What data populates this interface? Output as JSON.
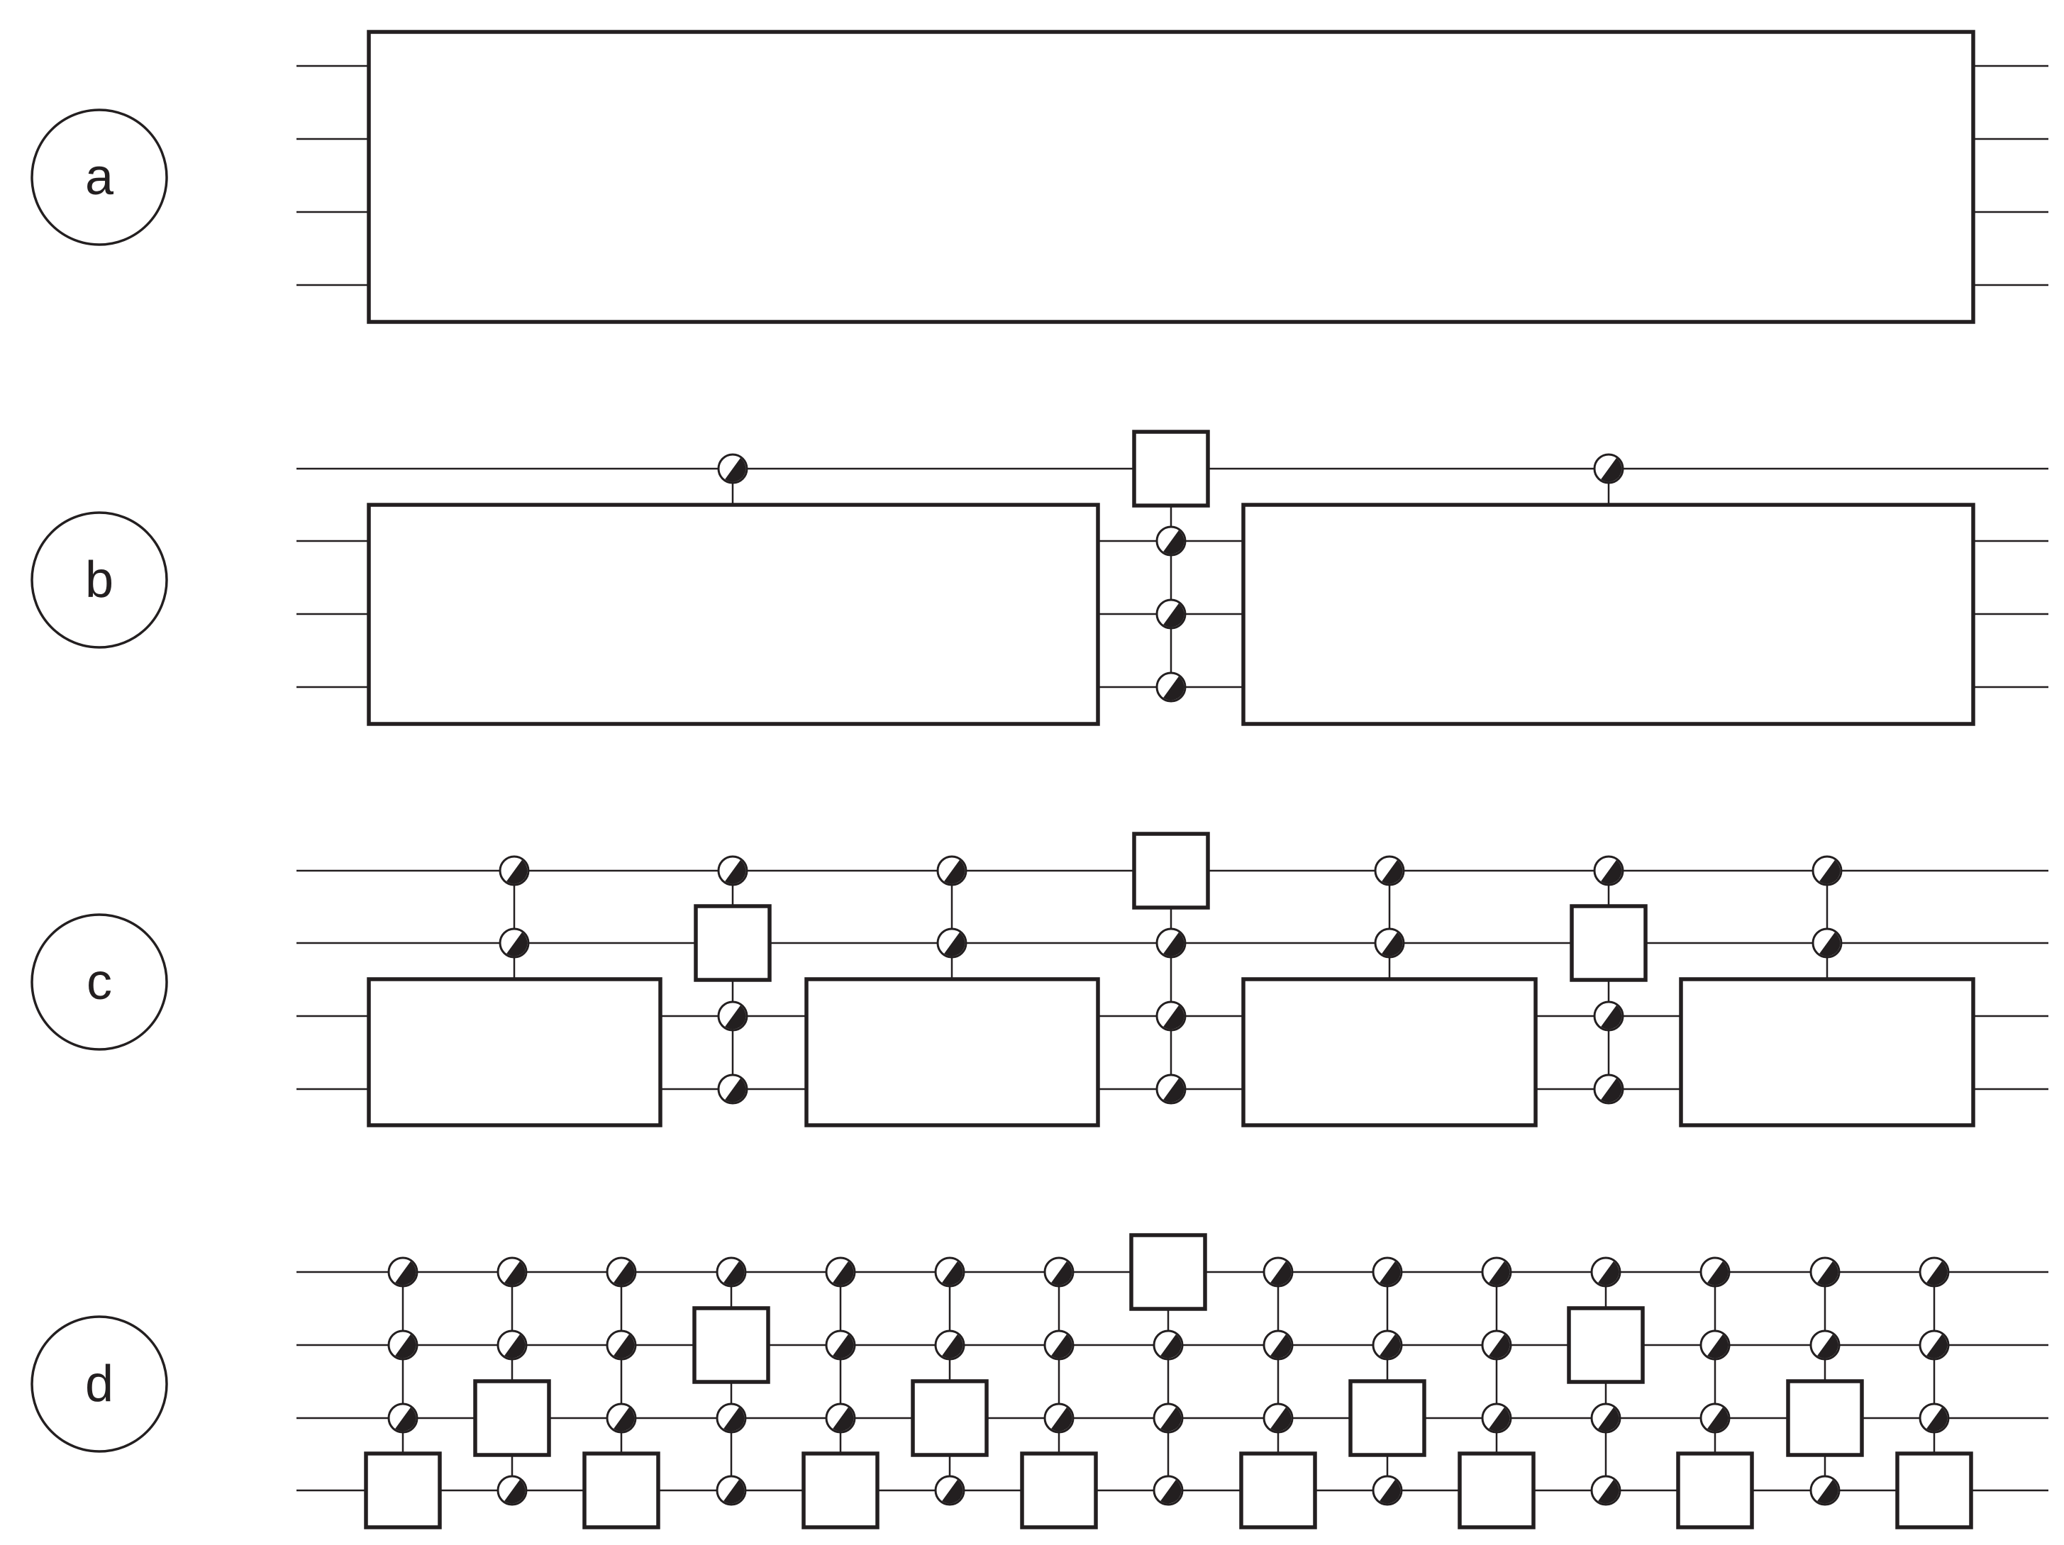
{
  "panels": [
    {
      "label": "a"
    },
    {
      "label": "b"
    },
    {
      "label": "c"
    },
    {
      "label": "d"
    }
  ],
  "colors": {
    "ink": "#231f20",
    "background": "#ffffff"
  }
}
